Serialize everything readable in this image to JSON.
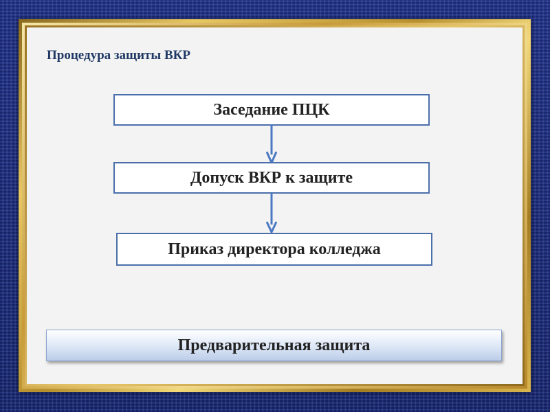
{
  "slide": {
    "title": "Процедура защиты ВКР",
    "flow_steps": [
      {
        "label": "Заседание ПЦК"
      },
      {
        "label": "Допуск ВКР к защите"
      },
      {
        "label": "Приказ директора колледжа"
      }
    ],
    "bottom_label": "Предварительная защита"
  },
  "colors": {
    "background": "#1c2f7a",
    "frame_gold": "#d8b44e",
    "slide_background": "#f3f3f3",
    "title_text": "#1f3864",
    "box_border": "#4a6fab",
    "arrow": "#4a78c2",
    "bottom_bar_gradient_end": "#bccde9"
  },
  "icons": {
    "connector": "arrow-down-icon"
  }
}
